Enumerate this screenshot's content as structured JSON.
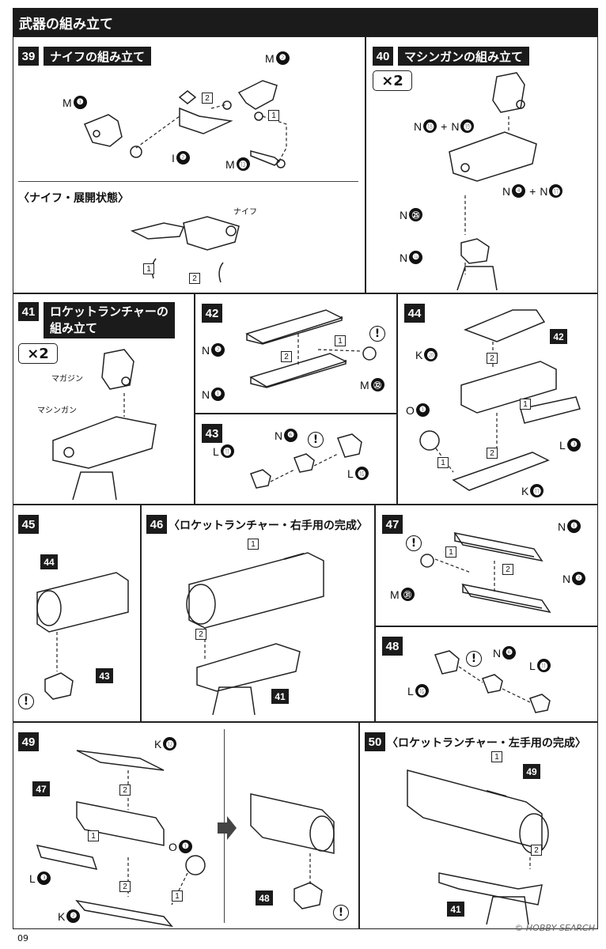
{
  "header": {
    "title": "武器の組み立て"
  },
  "s39": {
    "num": "39",
    "title": "ナイフの組み立て",
    "sub": "〈ナイフ・展開状態〉",
    "knife": "ナイフ",
    "parts": [
      {
        "l": "M",
        "n": "❷"
      },
      {
        "l": "M",
        "n": "❶"
      },
      {
        "l": "I",
        "n": "❷"
      },
      {
        "l": "M",
        "n": "⓭"
      }
    ]
  },
  "s40": {
    "num": "40",
    "title": "マシンガンの組み立て",
    "x2": "×2",
    "parts": [
      {
        "l": "N",
        "n": "⓲",
        "l2": "N",
        "n2": "⓳"
      },
      {
        "l": "N",
        "n": "❹",
        "l2": "N",
        "n2": "⓱"
      },
      {
        "l": "N",
        "n": "㉕"
      },
      {
        "l": "N",
        "n": "❿"
      }
    ]
  },
  "s41": {
    "num": "41",
    "title1": "ロケットランチャーの",
    "title2": "組み立て",
    "x2": "×2",
    "magazine": "マガジン",
    "machinegun": "マシンガン"
  },
  "s42": {
    "num": "42",
    "parts": [
      {
        "l": "N",
        "n": "❷"
      },
      {
        "l": "N",
        "n": "❶"
      },
      {
        "l": "M",
        "n": "㉜"
      }
    ]
  },
  "s43": {
    "num": "43",
    "parts": [
      {
        "l": "L",
        "n": "⓫"
      },
      {
        "l": "N",
        "n": "❻"
      },
      {
        "l": "L",
        "n": "⓰"
      }
    ]
  },
  "s44": {
    "num": "44",
    "ref": "42",
    "parts": [
      {
        "l": "K",
        "n": "⓴"
      },
      {
        "l": "O",
        "n": "❶"
      },
      {
        "l": "L",
        "n": "❸"
      },
      {
        "l": "K",
        "n": "⓫"
      }
    ]
  },
  "s45": {
    "num": "45",
    "ref1": "44",
    "ref2": "43"
  },
  "s46": {
    "num": "46",
    "title": "〈ロケットランチャー・右手用の完成〉",
    "ref": "41"
  },
  "s47": {
    "num": "47",
    "parts": [
      {
        "l": "N",
        "n": "❶"
      },
      {
        "l": "M",
        "n": "㉛"
      },
      {
        "l": "N",
        "n": "❷"
      }
    ]
  },
  "s48": {
    "num": "48",
    "parts": [
      {
        "l": "N",
        "n": "❻"
      },
      {
        "l": "L",
        "n": "⓰"
      },
      {
        "l": "L",
        "n": "⓫"
      }
    ]
  },
  "s49": {
    "num": "49",
    "ref1": "47",
    "ref2": "48",
    "parts": [
      {
        "l": "K",
        "n": "⓬"
      },
      {
        "l": "O",
        "n": "❶"
      },
      {
        "l": "L",
        "n": "❸"
      },
      {
        "l": "K",
        "n": "❷"
      }
    ]
  },
  "s50": {
    "num": "50",
    "title": "〈ロケットランチャー・左手用の完成〉",
    "ref1": "49",
    "ref2": "41"
  },
  "steps": {
    "one": "1",
    "two": "2"
  },
  "excl": "!",
  "page": "09",
  "watermark": "© HOBBY SEARCH"
}
